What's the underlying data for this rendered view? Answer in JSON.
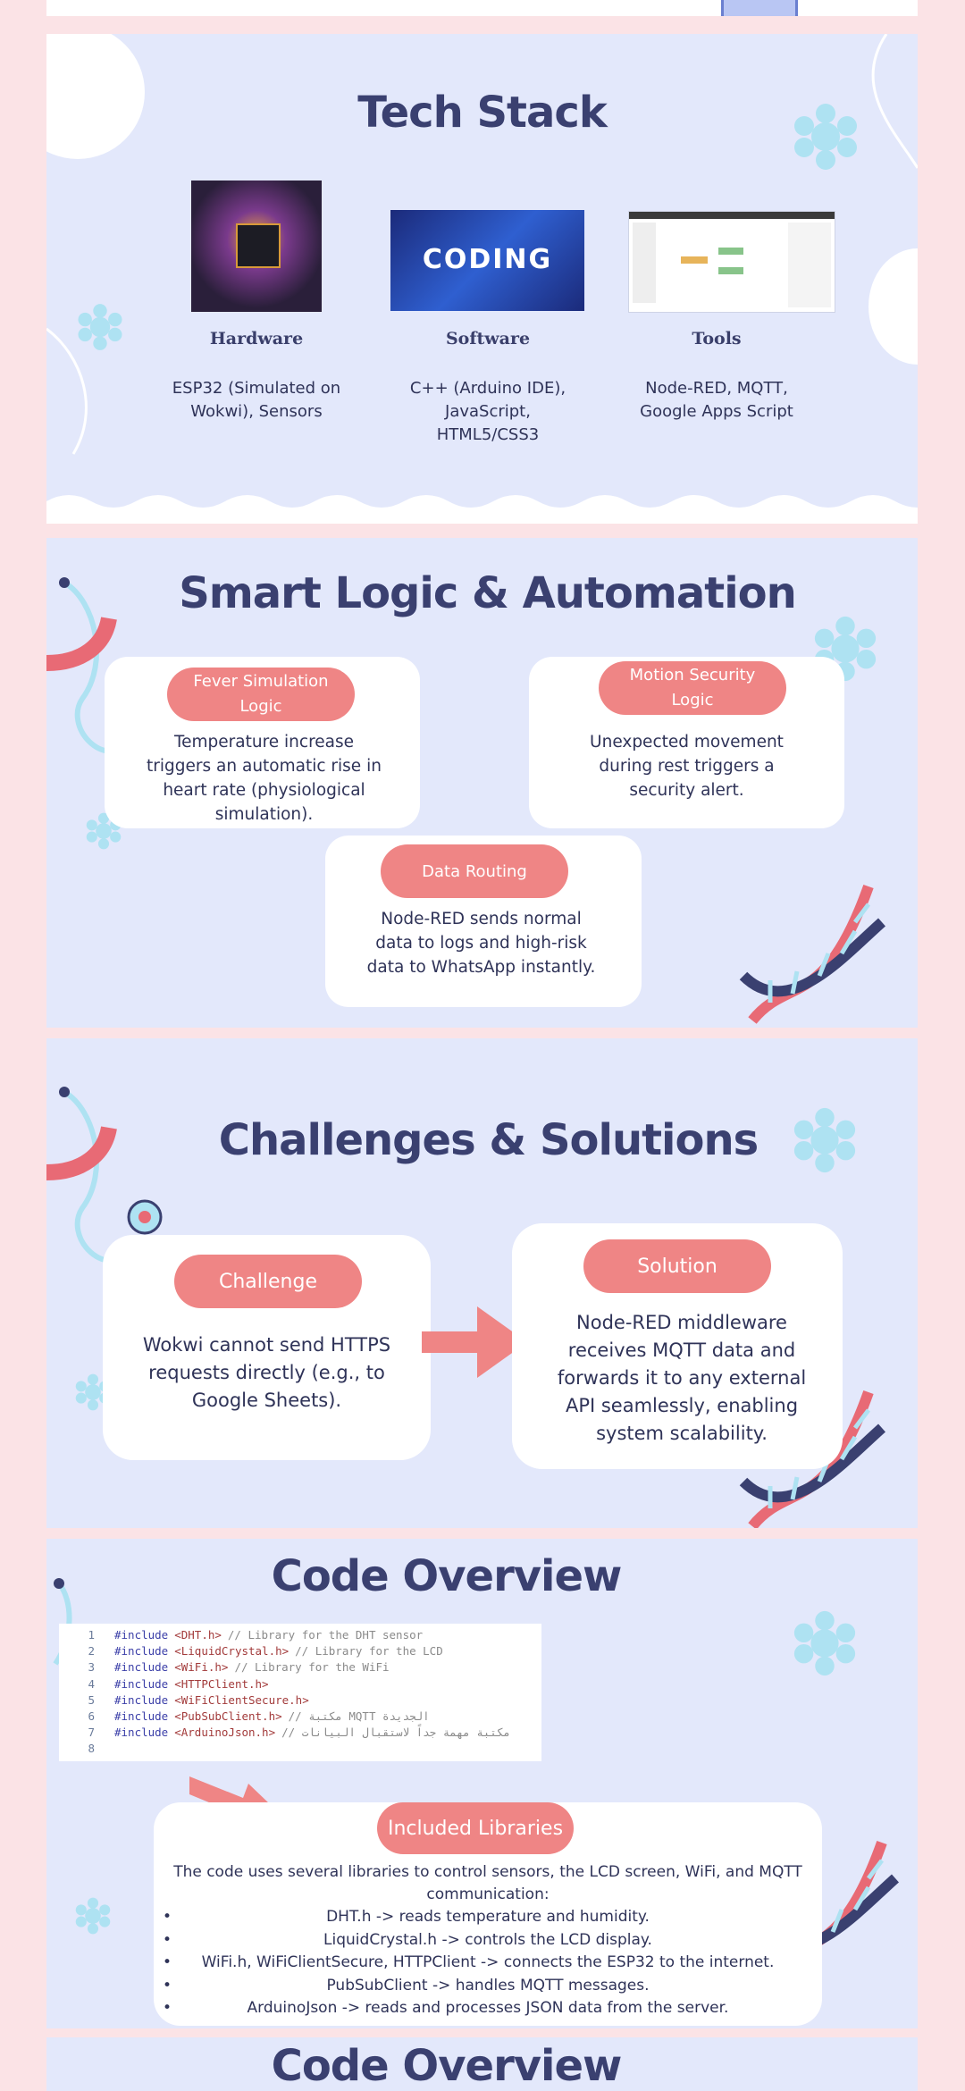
{
  "tech_stack": {
    "title": "Tech Stack",
    "columns": [
      {
        "heading": "Hardware",
        "body": "ESP32 (Simulated on Wokwi), Sensors",
        "image_label": "ESP32 chip photo"
      },
      {
        "heading": "Software",
        "body": "C++ (Arduino IDE), JavaScript, HTML5/CSS3",
        "image_label": "CODING"
      },
      {
        "heading": "Tools",
        "body": "Node-RED, MQTT, Google Apps Script",
        "image_label": "Node-RED flow screenshot"
      }
    ]
  },
  "smart_logic": {
    "title": "Smart Logic & Automation",
    "cards": [
      {
        "label": "Fever Simulation Logic",
        "text": "Temperature increase triggers an automatic rise in heart rate (physiological simulation)."
      },
      {
        "label": "Motion Security Logic",
        "text": "Unexpected movement during rest triggers a security alert."
      },
      {
        "label": "Data Routing",
        "text": "Node-RED sends normal data to logs and high-risk data to WhatsApp instantly."
      }
    ]
  },
  "challenges": {
    "title": "Challenges & Solutions",
    "challenge": {
      "label": "Challenge",
      "text": "Wokwi cannot send HTTPS requests directly (e.g., to Google Sheets)."
    },
    "solution": {
      "label": "Solution",
      "text": "Node-RED middleware receives MQTT data and forwards it to any external API seamlessly, enabling system scalability."
    }
  },
  "code_overview": {
    "title": "Code Overview",
    "code": [
      {
        "n": "1",
        "kw": "#include",
        "inc": "<DHT.h>",
        "cm": "// Library for the DHT sensor"
      },
      {
        "n": "2",
        "kw": "#include",
        "inc": "<LiquidCrystal.h>",
        "cm": "// Library for the LCD"
      },
      {
        "n": "3",
        "kw": "#include",
        "inc": "<WiFi.h>",
        "cm": "// Library for the WiFi"
      },
      {
        "n": "4",
        "kw": "#include",
        "inc": "<HTTPClient.h>",
        "cm": ""
      },
      {
        "n": "5",
        "kw": "#include",
        "inc": "<WiFiClientSecure.h>",
        "cm": ""
      },
      {
        "n": "6",
        "kw": "#include",
        "inc": "<PubSubClient.h>",
        "cm": "// مكتبة MQTT الجديدة"
      },
      {
        "n": "7",
        "kw": "#include",
        "inc": "<ArduinoJson.h>",
        "cm": "// مكتبة مهمة جداً لاستقبال البيانات"
      },
      {
        "n": "8",
        "kw": "",
        "inc": "",
        "cm": ""
      }
    ],
    "libraries_label": "Included Libraries",
    "libraries_intro": "The code uses several libraries to control sensors, the LCD screen, WiFi, and MQTT communication:",
    "libraries": [
      "DHT.h -> reads temperature and humidity.",
      "LiquidCrystal.h -> controls the LCD display.",
      "WiFi.h, WiFiClientSecure, HTTPClient -> connects the ESP32 to the internet.",
      "PubSubClient -> handles MQTT messages.",
      "ArduinoJson -> reads and processes JSON data from the server."
    ]
  },
  "next_slide": {
    "title": "Code Overview"
  },
  "colors": {
    "accent": "#ef8585",
    "navy": "#3a4070",
    "slide_bg": "#e3e8fb",
    "page_bg": "#fbe3e6"
  }
}
